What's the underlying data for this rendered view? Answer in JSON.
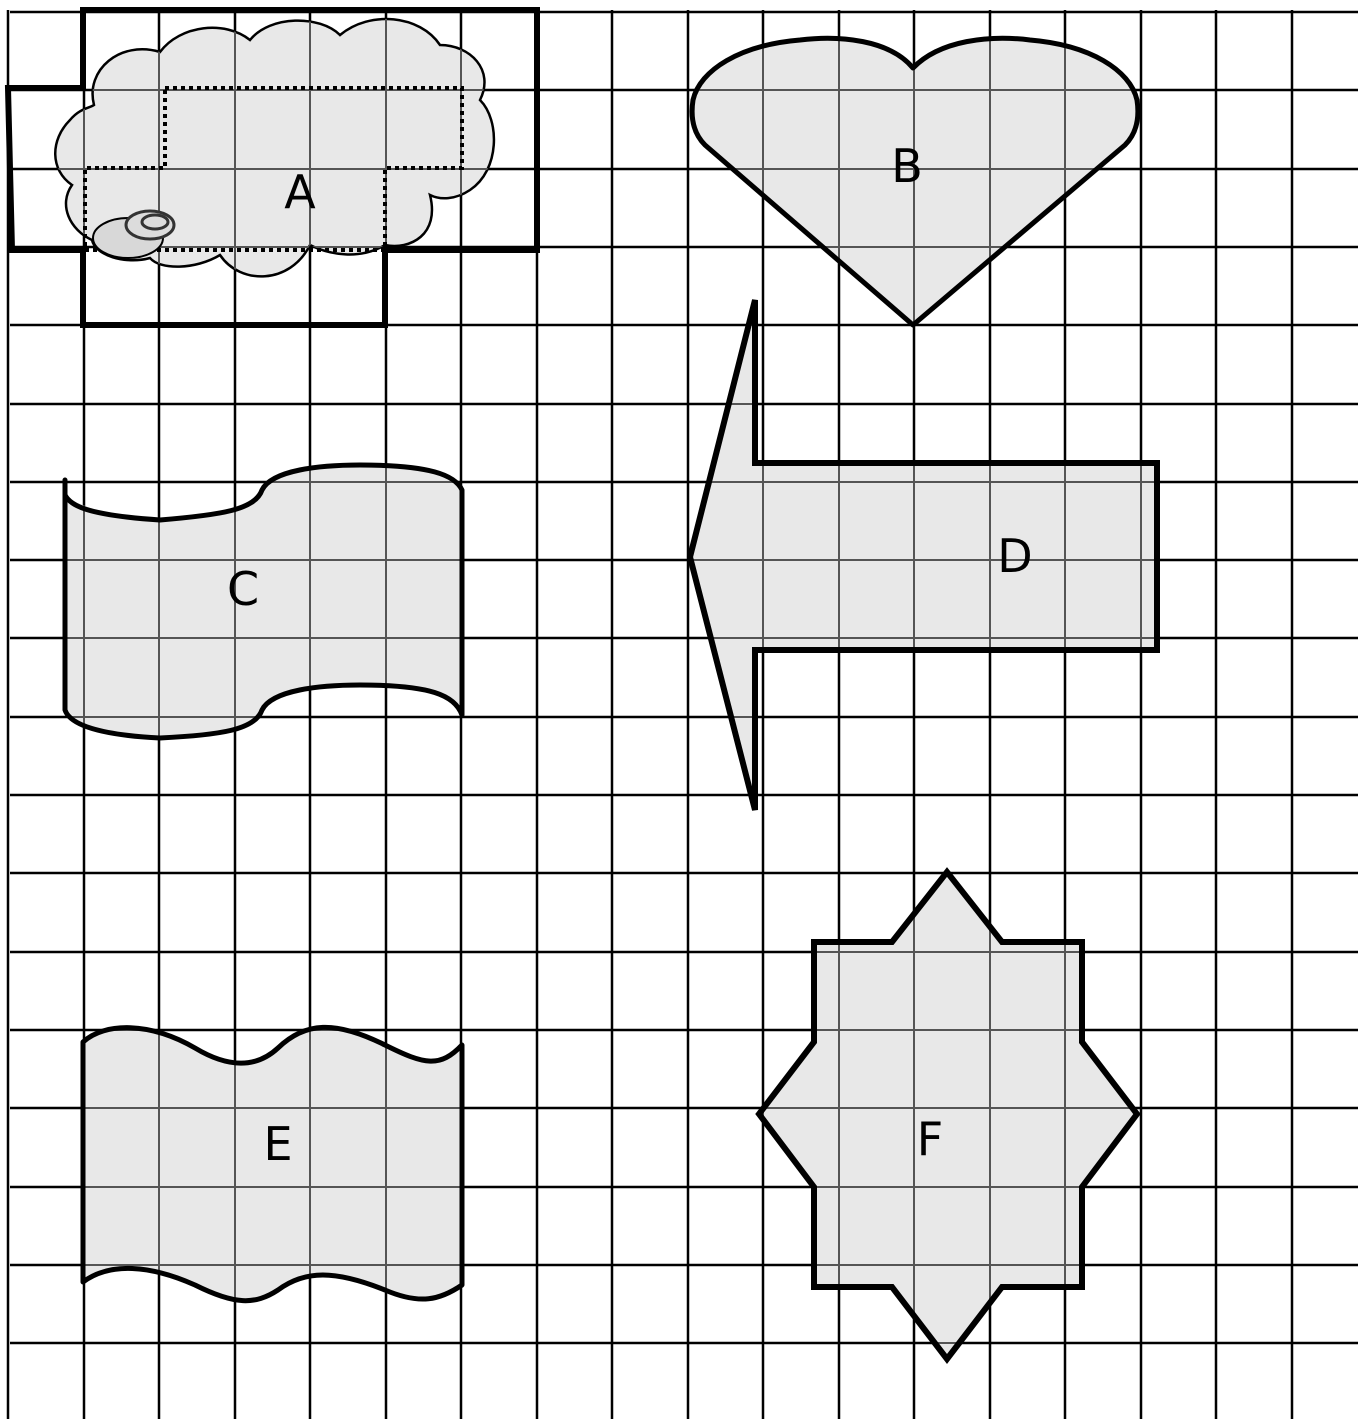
{
  "shapes": [
    {
      "id": "A",
      "label": "A"
    },
    {
      "id": "B",
      "label": "B"
    },
    {
      "id": "C",
      "label": "C"
    },
    {
      "id": "D",
      "label": "D"
    },
    {
      "id": "E",
      "label": "E"
    },
    {
      "id": "F",
      "label": "F"
    }
  ],
  "colors": {
    "grid": "#000000",
    "shape_fill": "#e8e8e8",
    "inner_grid": "#555555"
  }
}
